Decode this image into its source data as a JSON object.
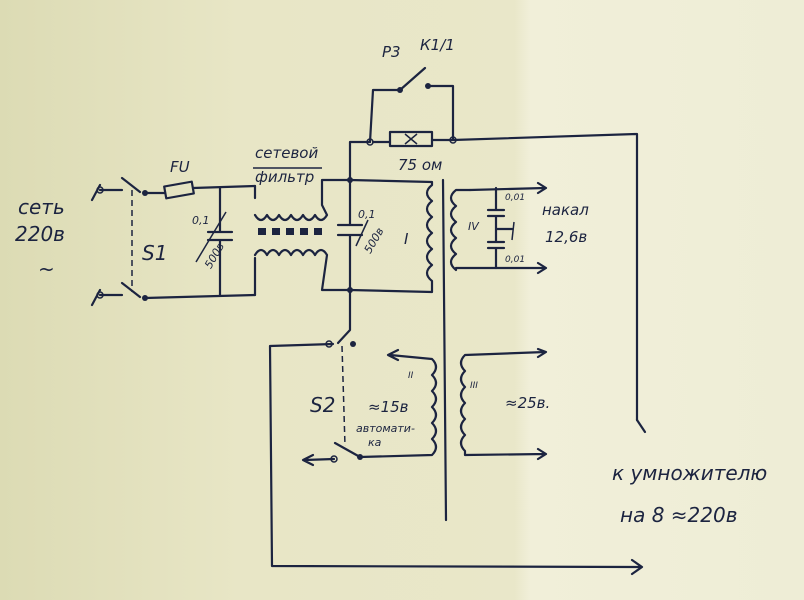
{
  "labels": {
    "mains_line1": "сеть",
    "mains_line2": "220в",
    "mains_tilde": "~",
    "fuse": "FU",
    "switch1": "S1",
    "cap1_value": "0,1",
    "cap1_voltage": "500в",
    "filter_line1": "сетевой",
    "filter_line2": "фильтр",
    "relay": "Р3",
    "relay_contact": "К1/1",
    "resistor": "75 ом",
    "cap2_value": "0,1",
    "cap2_voltage": "500в",
    "winding1": "I",
    "winding4": "IV",
    "cap3": "0,01",
    "cap4": "0,01",
    "heater_line1": "накал",
    "heater_line2": "12,6в",
    "winding2": "II",
    "voltage2": "≈15в",
    "automation_line1": "автомати-",
    "automation_line2": "ка",
    "switch2": "S2",
    "winding3": "III",
    "voltage3": "≈25в.",
    "output_line1": "к умножителю",
    "output_line2": "на 8 ≈220в"
  }
}
